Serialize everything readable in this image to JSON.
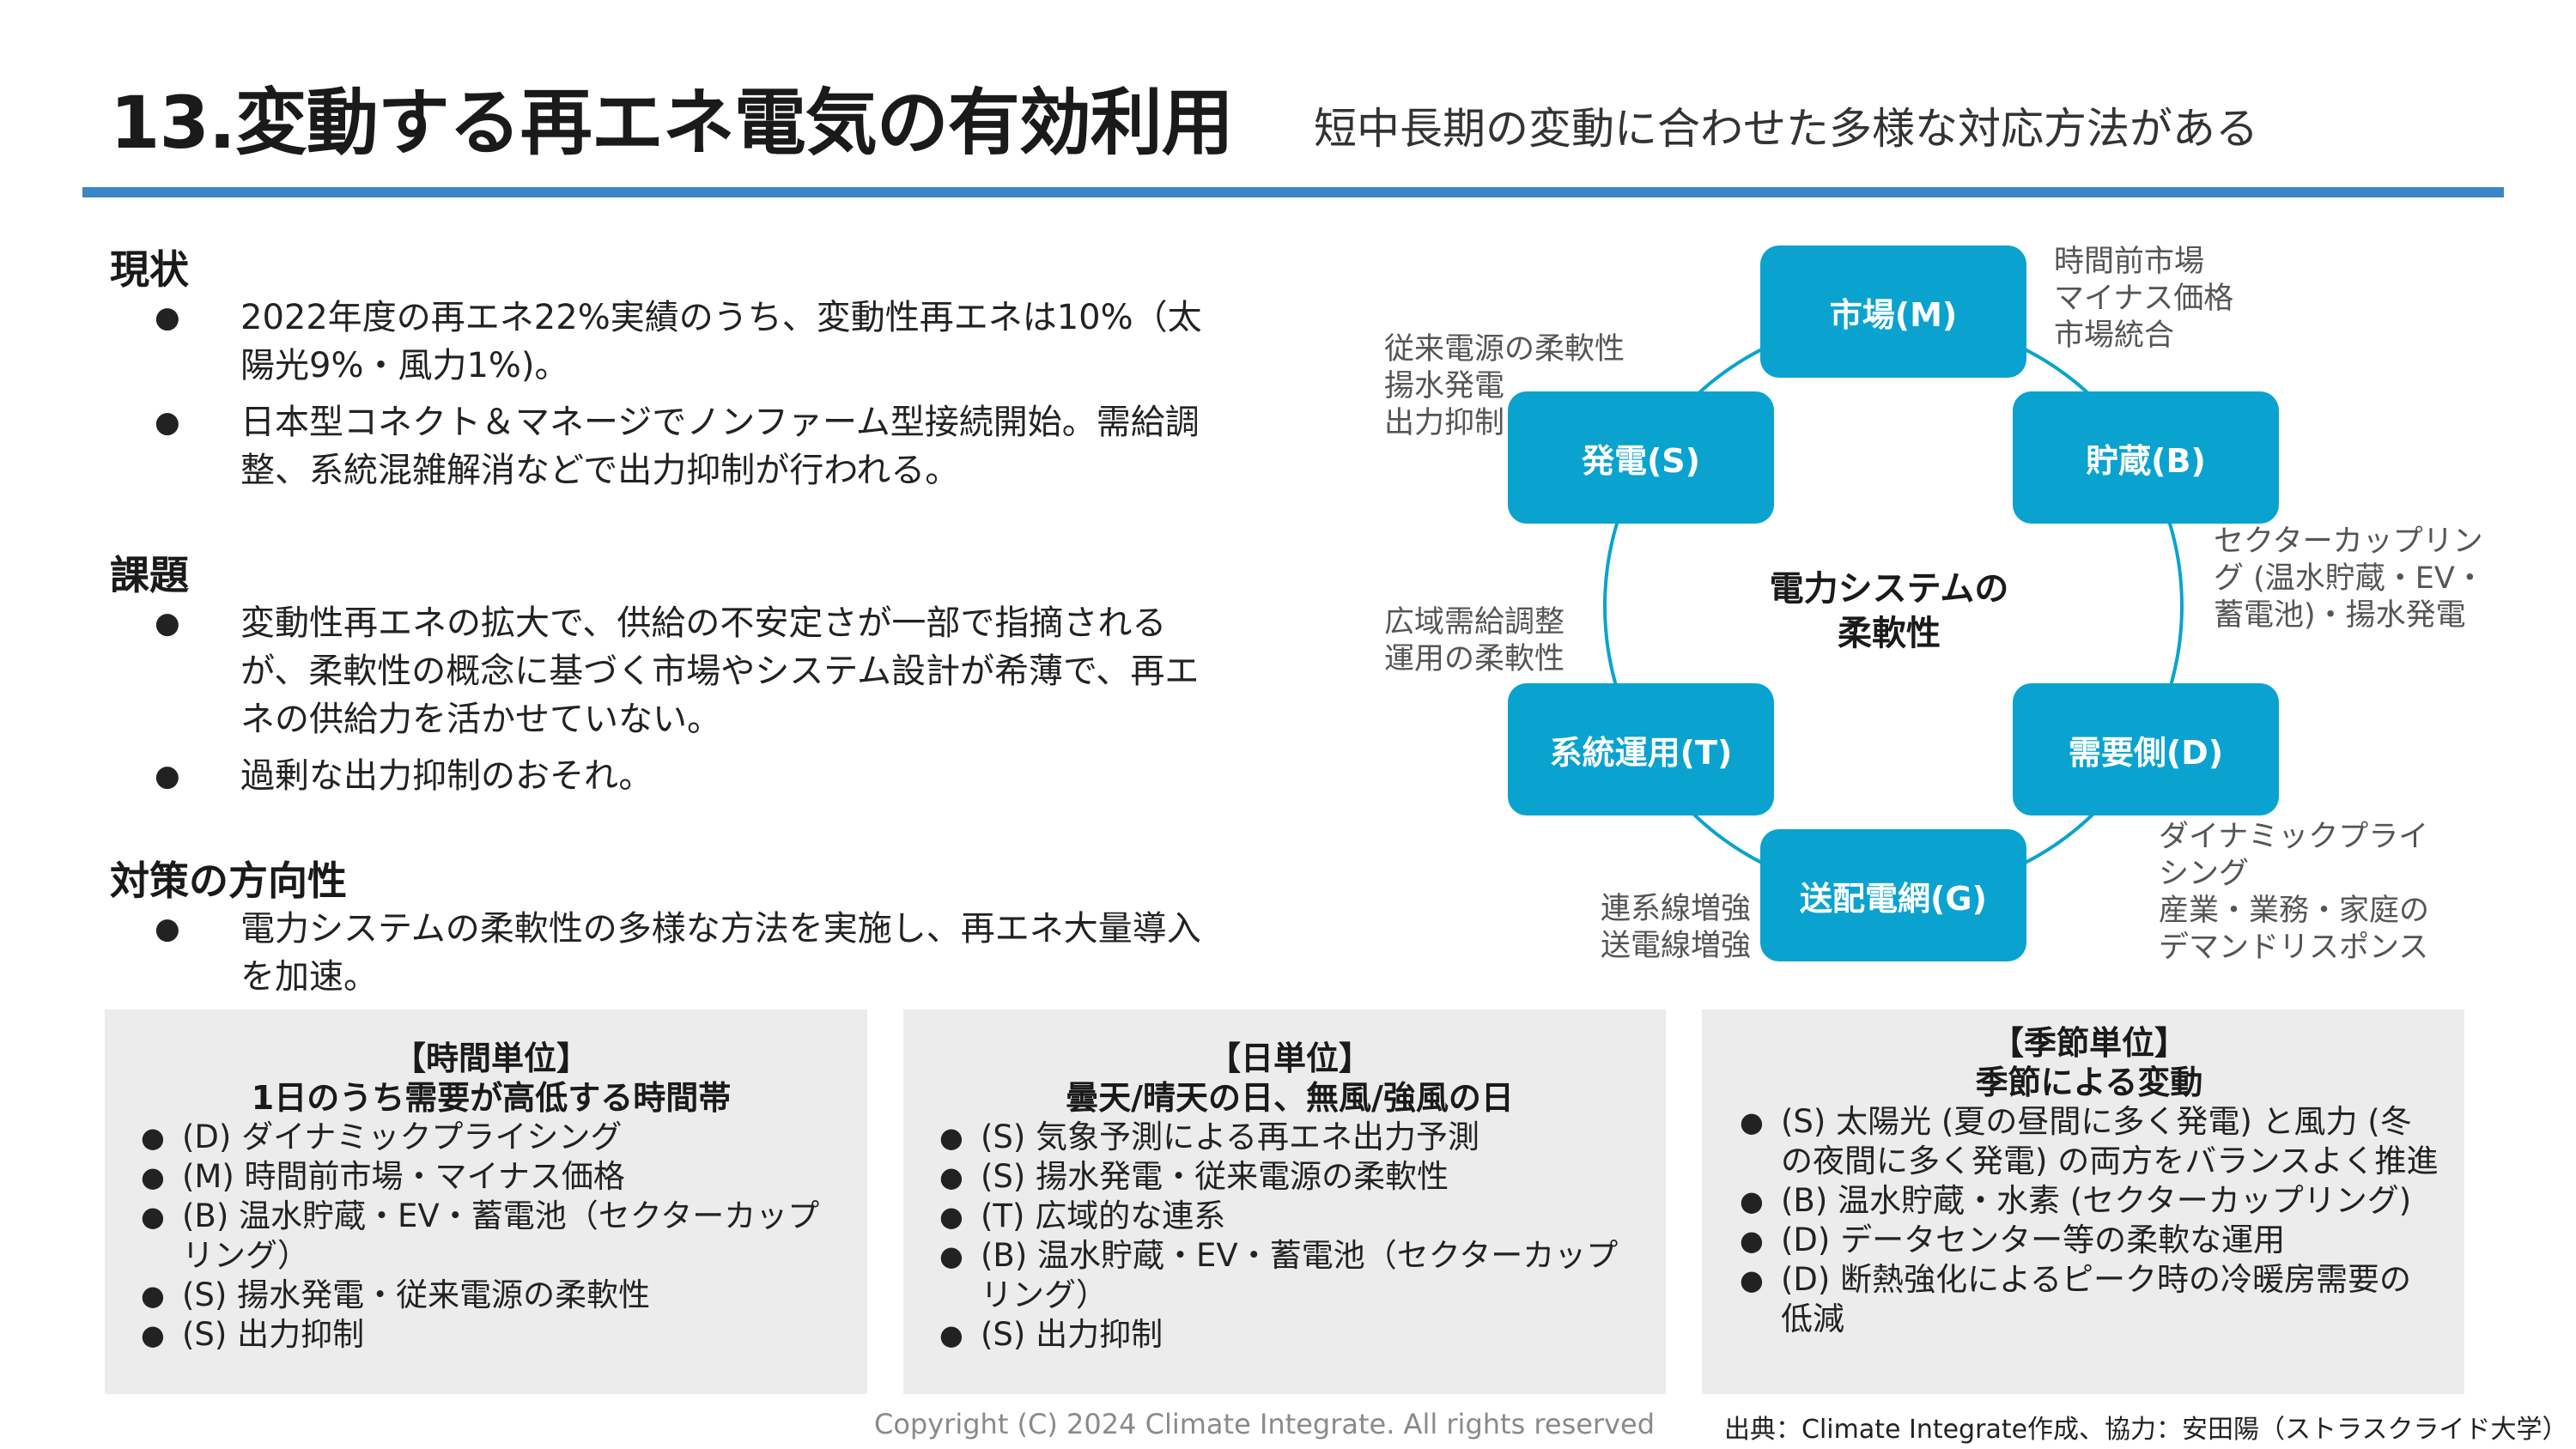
{
  "header": {
    "title": "13.変動する再エネ電気の有効利用",
    "subtitle": "短中長期の変動に合わせた多様な対応方法がある"
  },
  "sections": [
    {
      "heading": "現状",
      "bullets": [
        "2022年度の再エネ22%実績のうち、変動性再エネは10%（太陽光9%・風力1%)。",
        "日本型コネクト＆マネージでノンファーム型接続開始。需給調整、系統混雑解消などで出力抑制が行われる。"
      ]
    },
    {
      "heading": "課題",
      "bullets": [
        "変動性再エネの拡大で、供給の不安定さが一部で指摘されるが、柔軟性の概念に基づく市場やシステム設計が希薄で、再エネの供給力を活かせていない。",
        "過剰な出力抑制のおそれ。"
      ]
    },
    {
      "heading": "対策の方向性",
      "bullets": [
        "電力システムの柔軟性の多様な方法を実施し、再エネ大量導入を加速。"
      ]
    }
  ],
  "diagram": {
    "center_line1": "電力システムの",
    "center_line2": "柔軟性",
    "nodes": {
      "market": "市場(M)",
      "generation": "発電(S)",
      "storage": "貯蔵(B)",
      "grid_operation": "系統運用(T)",
      "demand_side": "需要側(D)",
      "transmission": "送配電網(G)"
    },
    "notes": {
      "market": [
        "時間前市場",
        "マイナス価格",
        "市場統合"
      ],
      "generation": [
        "従来電源の柔軟性",
        "揚水発電",
        "出力抑制"
      ],
      "storage": [
        "セクターカップリン",
        "グ (温水貯蔵・EV・",
        "蓄電池)・揚水発電"
      ],
      "grid_operation": [
        "広域需給調整",
        "運用の柔軟性"
      ],
      "demand_side": [
        "ダイナミックプライ",
        "シング",
        "産業・業務・家庭の",
        "デマンドリスポンス"
      ],
      "transmission": [
        "連系線増強",
        "送電線増強"
      ]
    },
    "colors": {
      "node": "#0aa3cf",
      "ring": "#0aa3cf"
    }
  },
  "boxes": [
    {
      "title": "【時間単位】",
      "subtitle": "1日のうち需要が高低する時間帯",
      "items": [
        "(D) ダイナミックプライシング",
        "(M) 時間前市場・マイナス価格",
        "(B) 温水貯蔵・EV・蓄電池（セクターカップリング）",
        "(S) 揚水発電・従来電源の柔軟性",
        "(S) 出力抑制"
      ]
    },
    {
      "title": "【日単位】",
      "subtitle": "曇天/晴天の日、無風/強風の日",
      "items": [
        "(S) 気象予測による再エネ出力予測",
        "(S) 揚水発電・従来電源の柔軟性",
        "(T) 広域的な連系",
        "(B) 温水貯蔵・EV・蓄電池（セクターカップリング）",
        "(S) 出力抑制"
      ]
    },
    {
      "title": "【季節単位】",
      "subtitle": "季節による変動",
      "items": [
        "(S) 太陽光 (夏の昼間に多く発電) と風力 (冬の夜間に多く発電) の両方をバランスよく推進",
        "(B) 温水貯蔵・水素 (セクターカップリング)",
        "(D) データセンター等の柔軟な運用",
        "(D) 断熱強化によるピーク時の冷暖房需要の低減"
      ]
    }
  ],
  "footer": {
    "copyright": "Copyright (C) 2024 Climate Integrate. All rights reserved",
    "source": "出典：Climate Integrate作成、協力：安田陽（ストラスクライド大学）"
  },
  "colors": {
    "accent_rule": "#3b86c8",
    "box_bg": "#ececec"
  }
}
